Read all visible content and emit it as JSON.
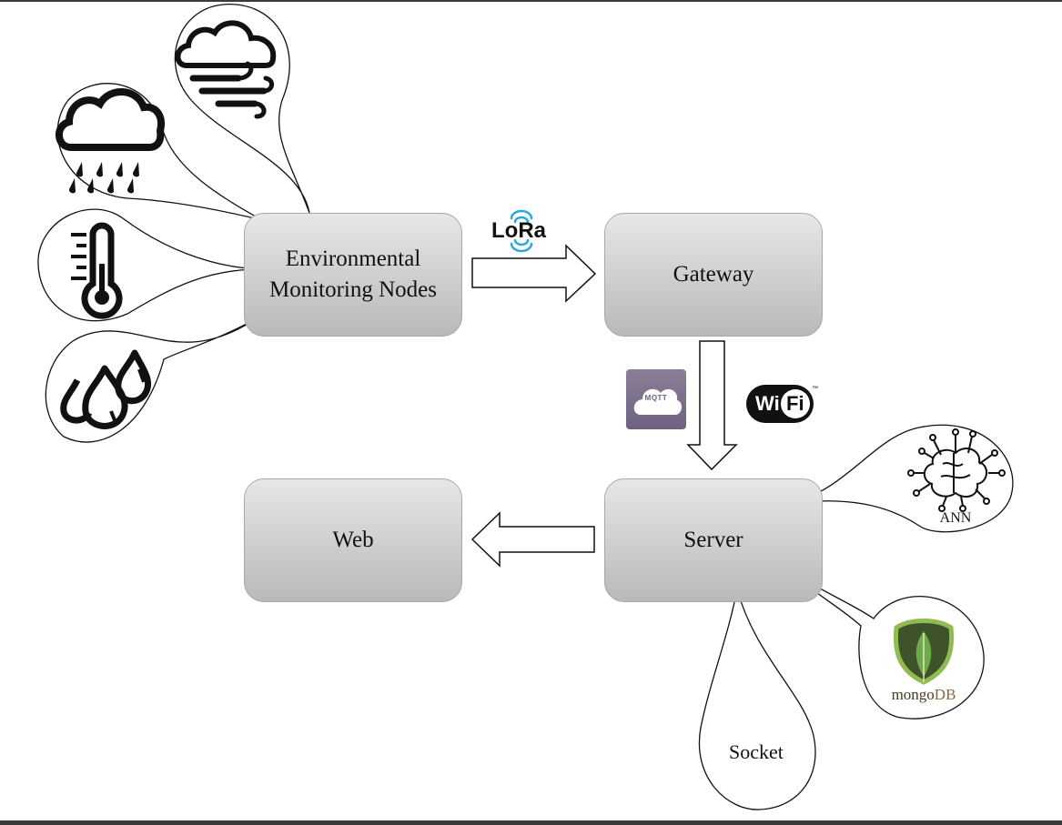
{
  "boxes": {
    "nodes": {
      "line1": "Environmental",
      "line2": "Monitoring Nodes"
    },
    "gateway": "Gateway",
    "server": "Server",
    "web": "Web"
  },
  "labels": {
    "lora": "LoRa",
    "mqtt": "MQTT",
    "wifi_wi": "Wi",
    "wifi_fi": "Fi",
    "wifi_tm": "™",
    "ann": "ANN",
    "mongo_prefix": "mongo",
    "mongo_suffix": "DB",
    "socket": "Socket"
  },
  "colors": {
    "box_top": "#e7e7e7",
    "box_bottom": "#b9b9b9",
    "lora_blue": "#2aa9e0",
    "mqtt_purple": "#7a6e8a",
    "mongo_green": "#589636",
    "mongo_brown": "#6b4f2a"
  },
  "icons": [
    "wind-cloud-icon",
    "rain-cloud-icon",
    "thermometer-icon",
    "water-drops-icon",
    "brain-circuit-icon",
    "mongodb-leaf-icon"
  ]
}
